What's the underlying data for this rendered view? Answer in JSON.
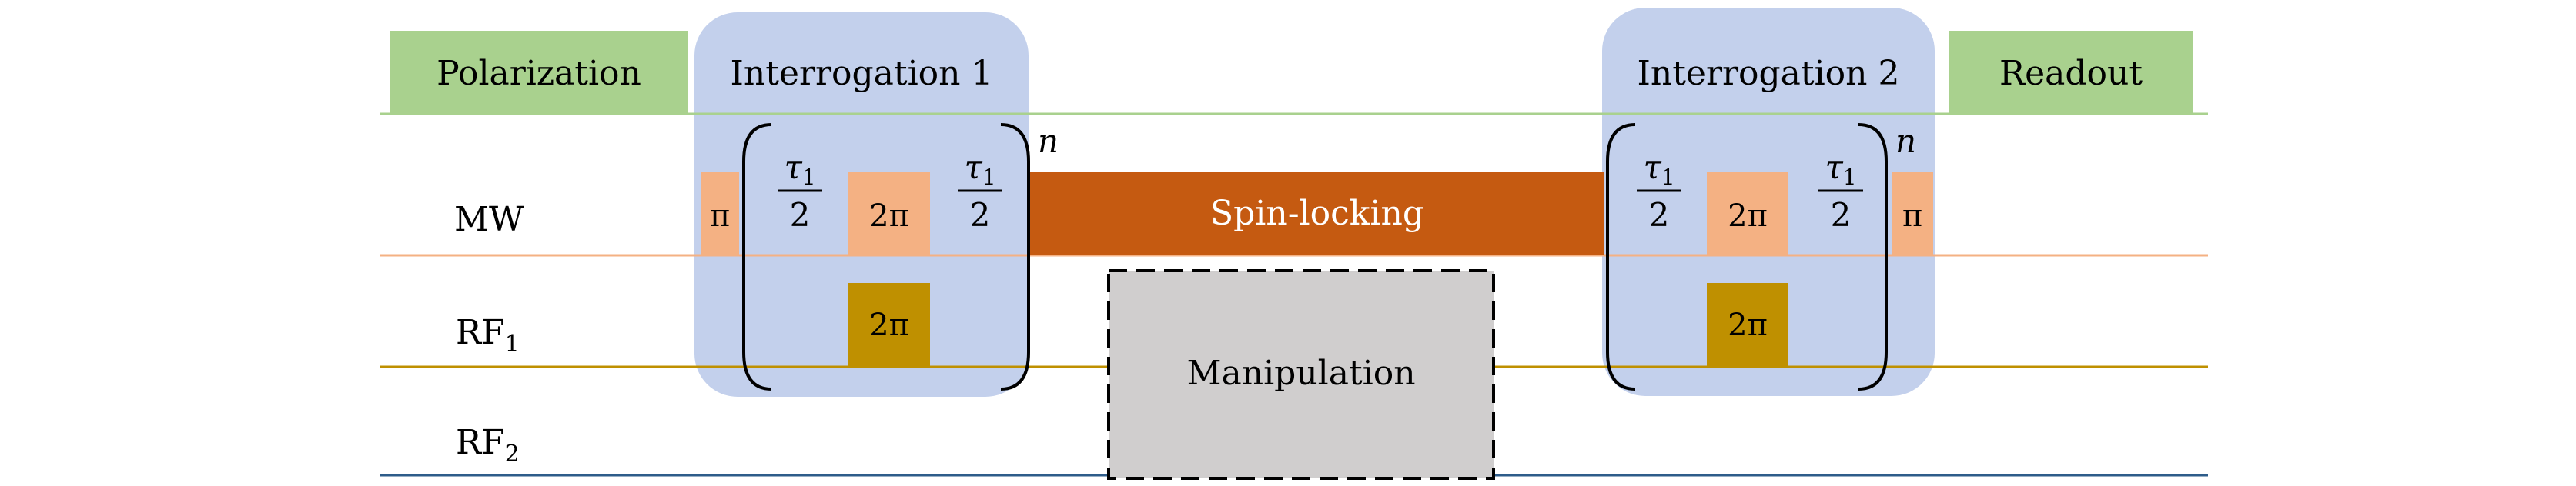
{
  "diagram": {
    "phases": {
      "polarization": "Polarization",
      "interrogation1": "Interrogation 1",
      "interrogation2": "Interrogation 2",
      "readout": "Readout"
    },
    "channels": {
      "mw": {
        "base": "MW",
        "sub": ""
      },
      "rf1": {
        "base": "RF",
        "sub": "1"
      },
      "rf2": {
        "base": "RF",
        "sub": "2"
      }
    },
    "pulses": {
      "pi": "π",
      "two_pi": "2π",
      "spin_locking": "Spin-locking",
      "manipulation": "Manipulation"
    },
    "delay": {
      "tau": "τ",
      "sub": "1",
      "denominator": "2"
    },
    "repeat_symbol": "n",
    "colors": {
      "phase_label_bg": "#a9d18e",
      "interrogation_bg": "#c3d0ec",
      "mw_pulse": "#f4b183",
      "mw_line": "#f4b183",
      "rf1_pulse": "#bf9000",
      "rf1_line": "#bf9000",
      "rf2_line": "#2e5c8a",
      "top_line": "#a9d18e",
      "spin_locking": "#c55a11",
      "manipulation_bg": "#d0cece"
    }
  }
}
